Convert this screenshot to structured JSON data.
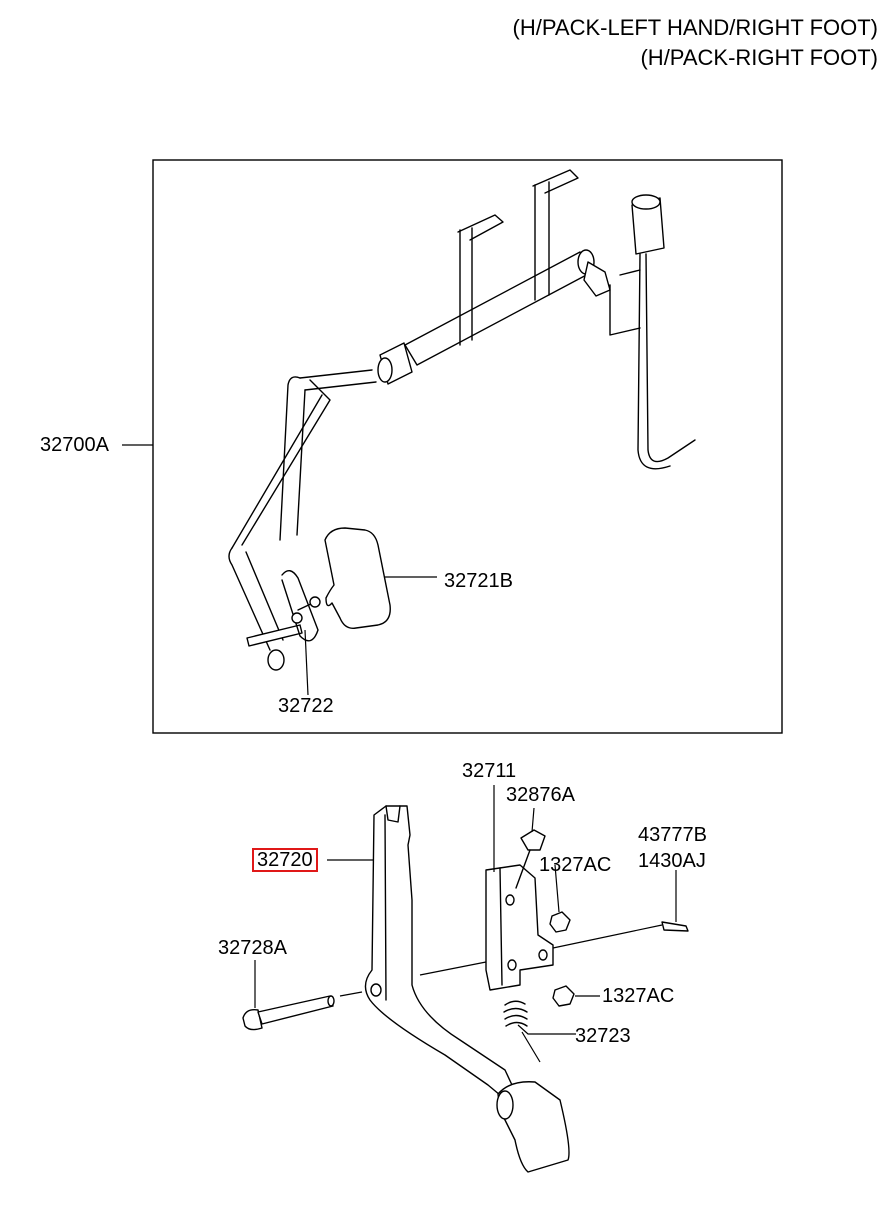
{
  "header": {
    "line1": "(H/PACK-LEFT HAND/RIGHT FOOT)",
    "line2": "(H/PACK-RIGHT FOOT)"
  },
  "labels": {
    "p32700A": "32700A",
    "p32721B": "32721B",
    "p32722": "32722",
    "p32711": "32711",
    "p32876A": "32876A",
    "p32720": "32720",
    "p1327AC_top": "1327AC",
    "p43777B": "43777B",
    "p1430AJ": "1430AJ",
    "p32728A": "32728A",
    "p1327AC_bottom": "1327AC",
    "p32723": "32723"
  },
  "highlight_color": "#e01818"
}
